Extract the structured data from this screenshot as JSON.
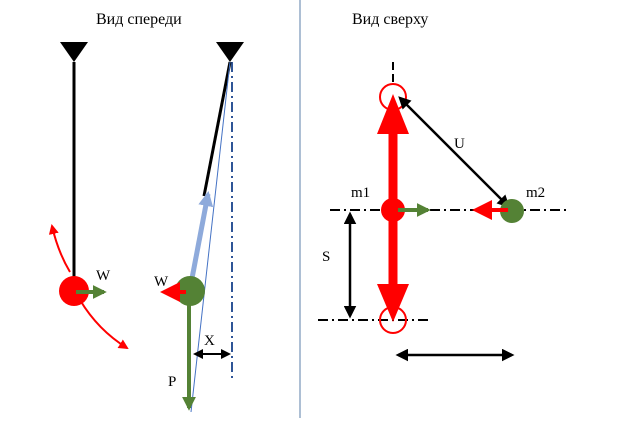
{
  "front_view": {
    "title": "Вид спереди",
    "label_w_left": "W",
    "label_w_right": "W",
    "label_x": "X",
    "label_p": "P"
  },
  "top_view": {
    "title": "Вид сверху",
    "label_u": "U",
    "label_m1": "m1",
    "label_m2": "m2",
    "label_s": "S"
  },
  "colors": {
    "red": "#ff0000",
    "green": "#548235",
    "light_blue": "#8eaadb",
    "thin_blue": "#4472c4",
    "dash_blue": "#2f5597",
    "black": "#000000",
    "divider": "#5b7fa8"
  }
}
